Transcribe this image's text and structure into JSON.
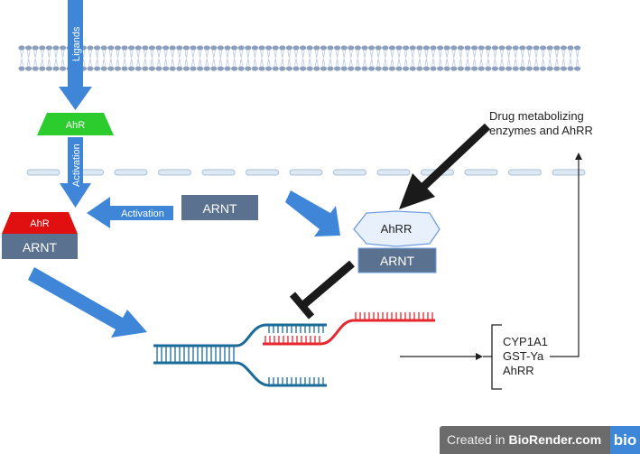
{
  "labels": {
    "ligands": "Ligands",
    "ahr_cytoplasm": "AhR",
    "activation_vertical": "Activation",
    "activation_horizontal": "Activation",
    "arnt_free": "ARNT",
    "ahr_complex": "AhR",
    "arnt_complex": "ARNT",
    "ahrr": "AhRR",
    "arnt_ahrr": "ARNT",
    "drug_line1": "Drug metabolizing",
    "drug_line2": "enzymes and AhRR",
    "genes": [
      "CYP1A1",
      "GST-Ya",
      "AhRR"
    ]
  },
  "badge": {
    "prefix": "Created in ",
    "brand": "BioRender.com",
    "logo": "bio"
  },
  "colors": {
    "arrow_blue": "#3f86d9",
    "ahr_green": "#2ccc2e",
    "ahr_red": "#e01010",
    "arnt": "#5a7190",
    "ahrr_fill": "#e8f0fb",
    "dna_blue": "#1a6a9a",
    "dna_red": "#e8262e",
    "membrane": "#8c9fbc"
  }
}
